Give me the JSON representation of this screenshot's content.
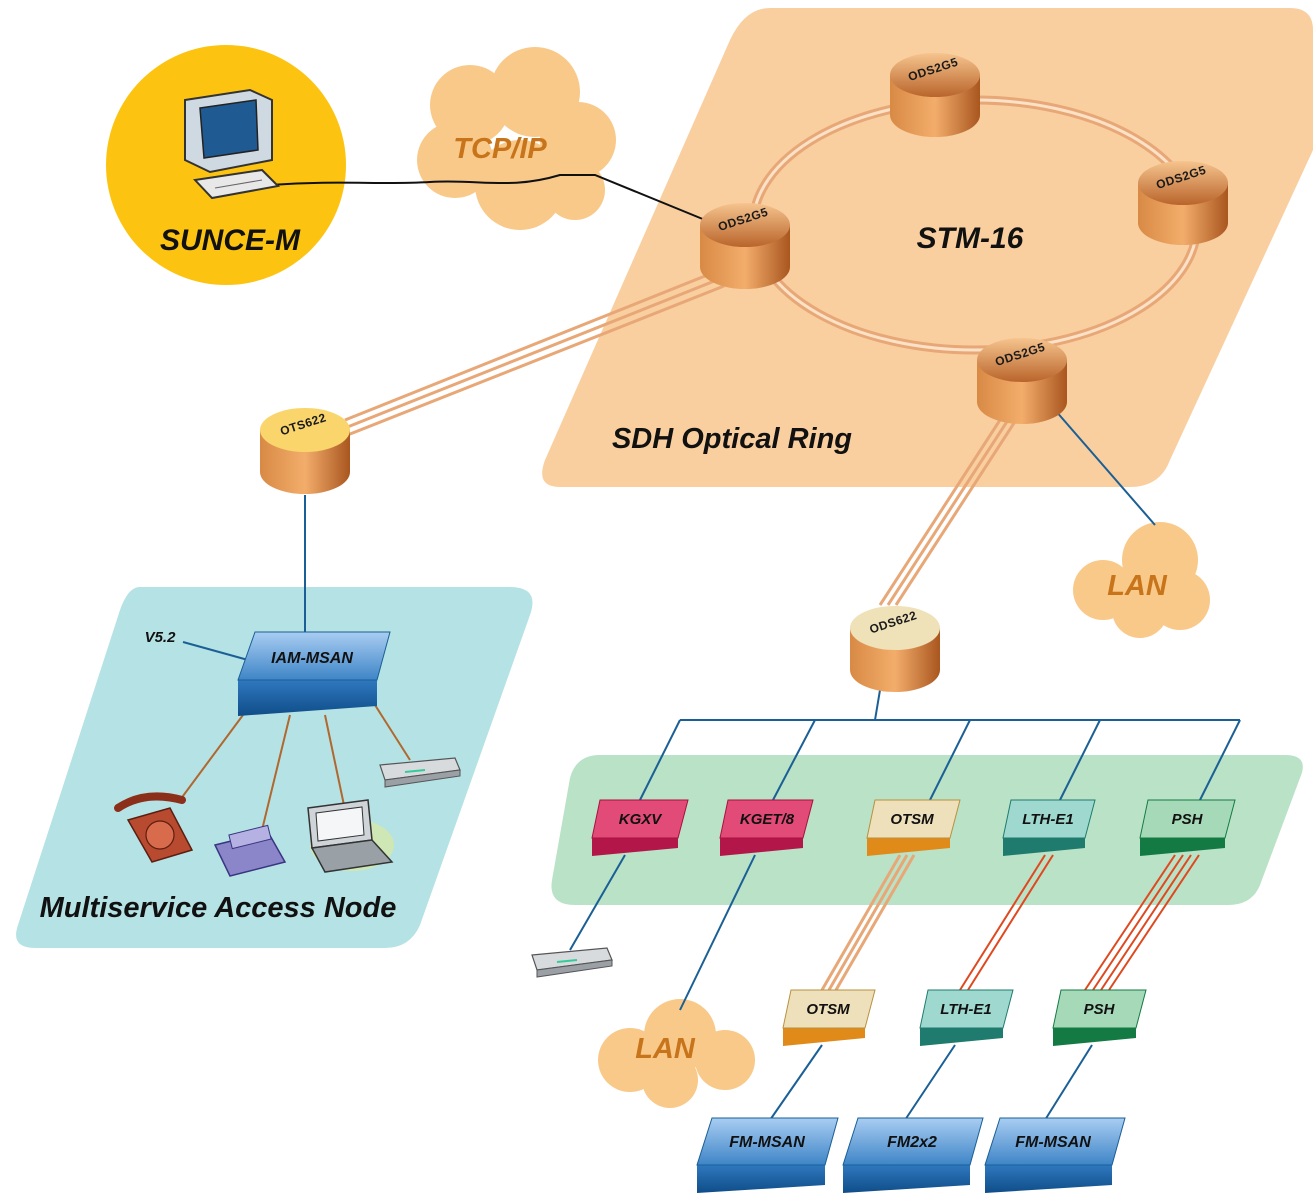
{
  "diagram": {
    "regions": {
      "sdh_ring_label": "SDH Optical Ring",
      "ring_type": "STM-16",
      "access_node_label": "Multiservice Access Node"
    },
    "management": {
      "label": "SUNCE-M"
    },
    "clouds": {
      "tcpip": "TCP/IP",
      "lan_right": "LAN",
      "lan_bottom": "LAN"
    },
    "ring_nodes": [
      "ODS2G5",
      "ODS2G5",
      "ODS2G5",
      "ODS2G5"
    ],
    "ots_node": "OTS622",
    "ods_node": "ODS622",
    "iam": {
      "label": "IAM-MSAN",
      "interface": "V5.2"
    },
    "cards": [
      "KGXV",
      "KGET/8",
      "OTSM",
      "LTH-E1",
      "PSH"
    ],
    "remote_cards": [
      "OTSM",
      "LTH-E1",
      "PSH"
    ],
    "remote_units": [
      "FM-MSAN",
      "FM2x2",
      "FM-MSAN"
    ],
    "colors": {
      "ring_region": "#f9cfa0",
      "access_region": "#b5e2e4",
      "card_region": "#b9e2c6",
      "management_circle": "#fcc411",
      "cloud": "#f9c98a",
      "fiber": "#e8a777",
      "link_blue": "#1a5f95",
      "link_brown": "#b0682e",
      "link_red": "#e0481f"
    }
  }
}
